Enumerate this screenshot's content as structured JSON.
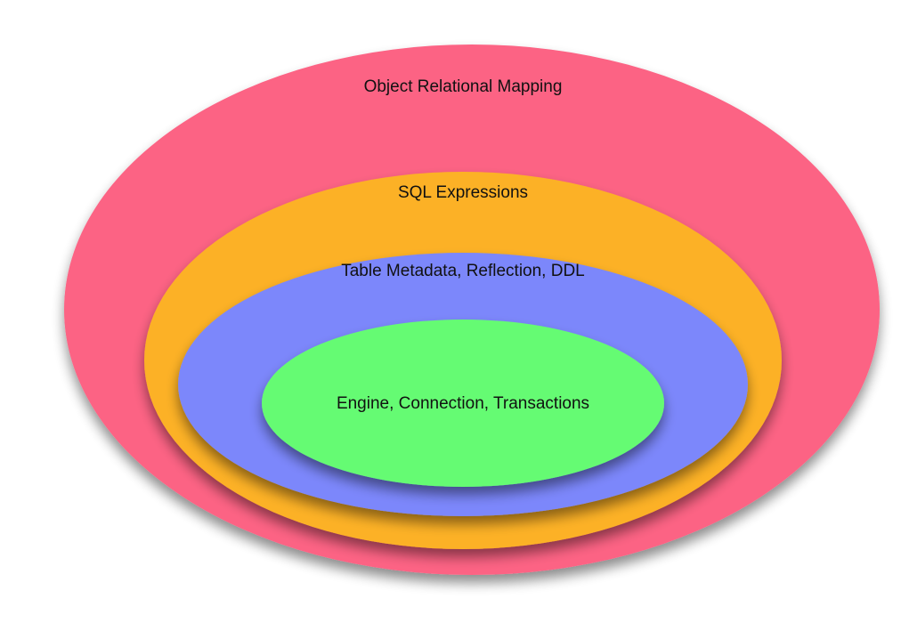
{
  "diagram": {
    "layers": [
      {
        "id": "orm",
        "label": "Object Relational Mapping",
        "color": "#fc6384"
      },
      {
        "id": "sql",
        "label": "SQL Expressions",
        "color": "#fcb128"
      },
      {
        "id": "metadata",
        "label": "Table Metadata, Reflection, DDL",
        "color": "#7b87fb"
      },
      {
        "id": "engine",
        "label": "Engine, Connection, Transactions",
        "color": "#65fb73"
      }
    ]
  }
}
